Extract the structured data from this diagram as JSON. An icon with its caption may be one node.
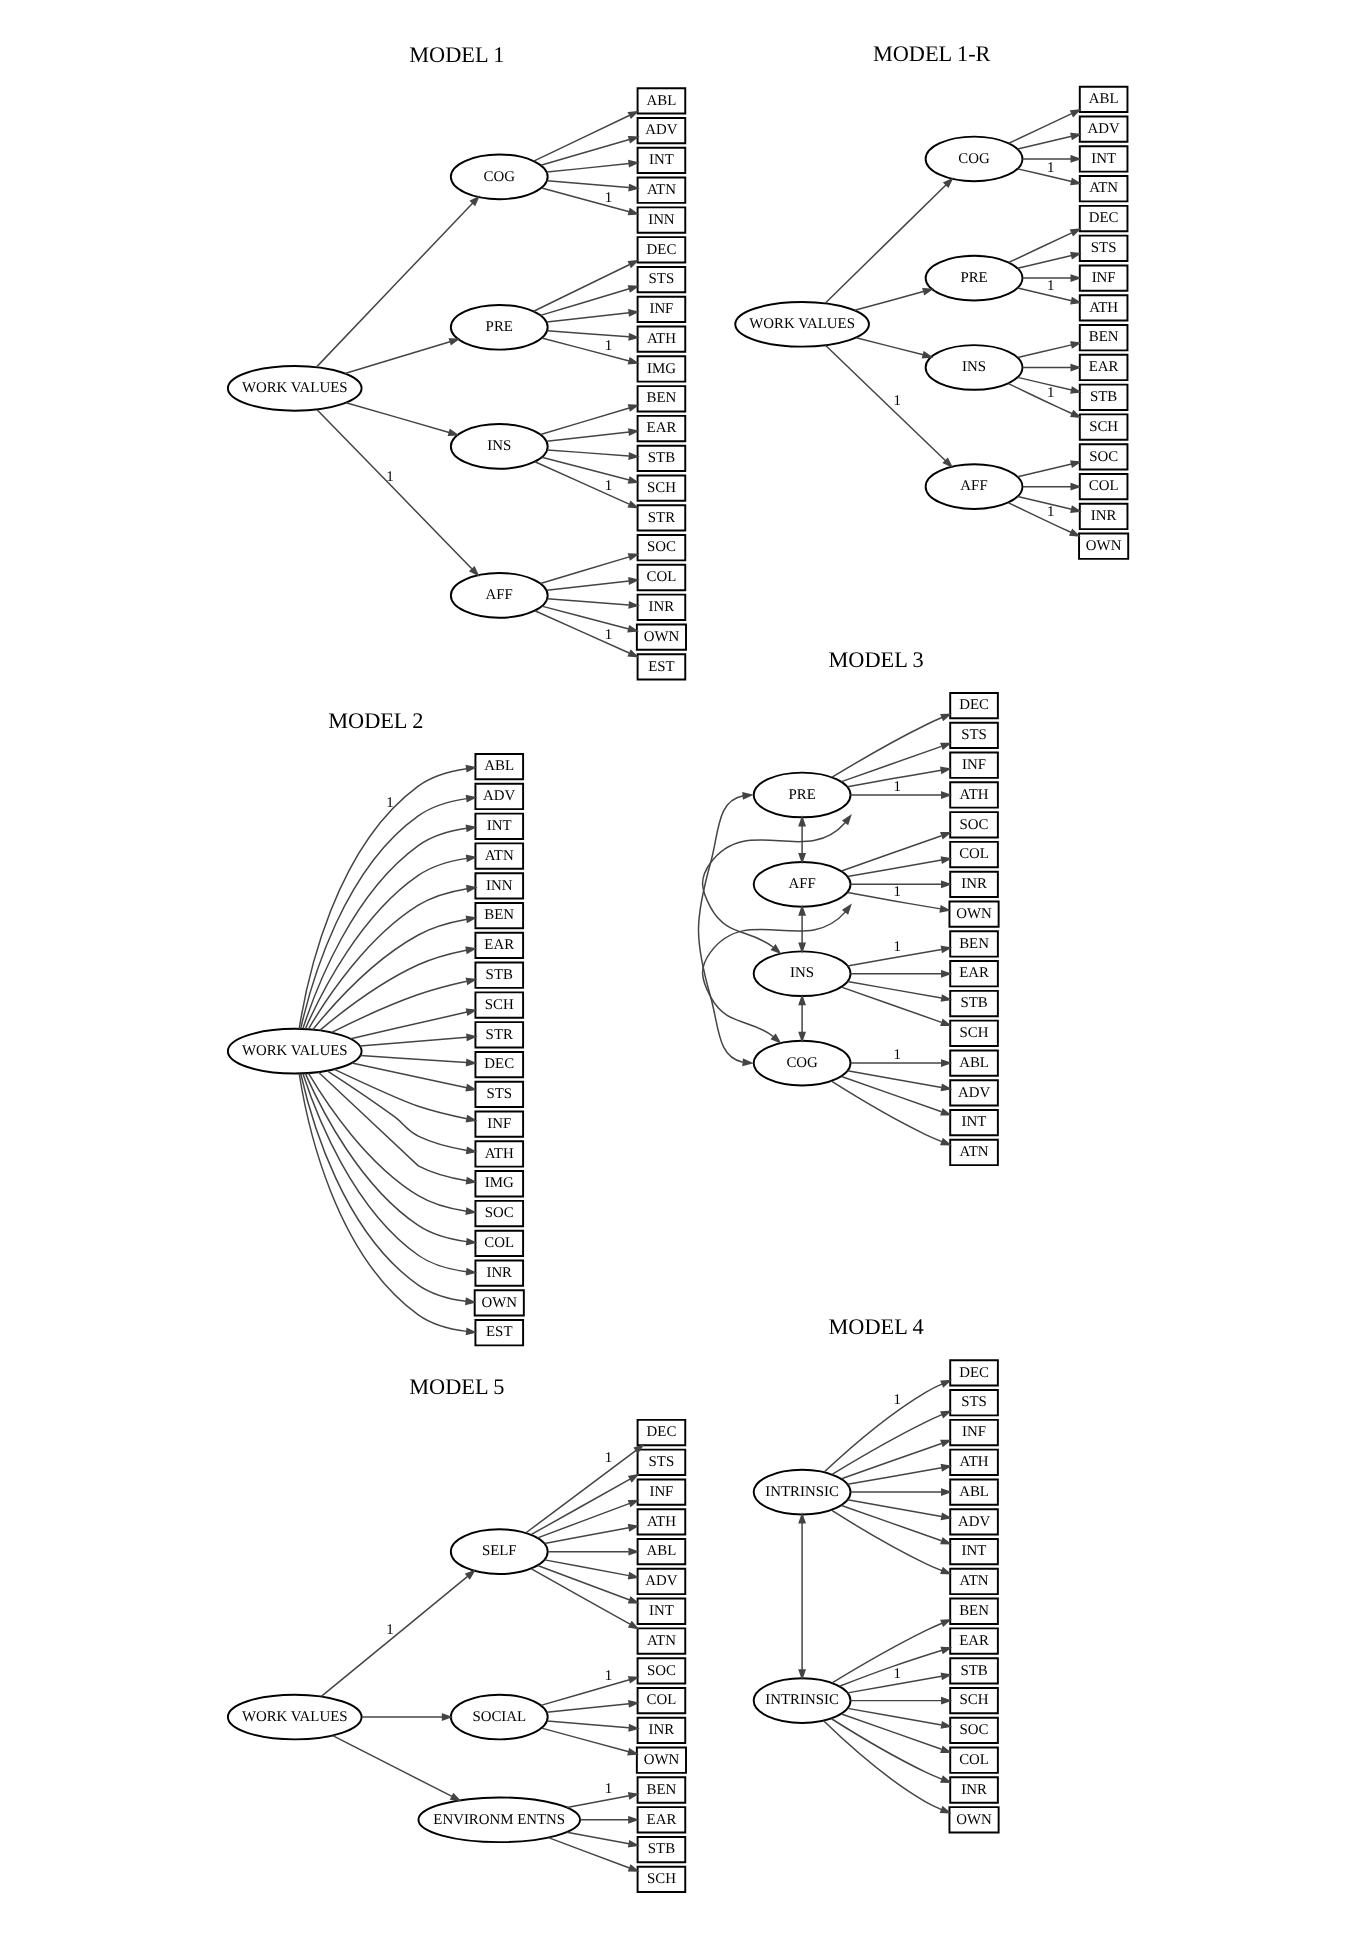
{
  "diagram": {
    "nodes": [
      {
        "text": [
          "WORK VALUES"
        ]
      },
      {
        "text": [
          "COG"
        ]
      },
      {
        "text": [
          "ABL"
        ]
      },
      {
        "text": [
          "ADV"
        ]
      },
      {
        "text": [
          "INT"
        ]
      },
      {
        "text": [
          "ATN"
        ]
      },
      {
        "text": [
          "INN"
        ]
      },
      {
        "text": [
          "PRE"
        ]
      },
      {
        "text": [
          "DEC"
        ]
      },
      {
        "text": [
          "STS"
        ]
      },
      {
        "text": [
          "INF"
        ]
      },
      {
        "text": [
          "ATH"
        ]
      },
      {
        "text": [
          "IMG"
        ]
      },
      {
        "text": [
          "INS"
        ]
      },
      {
        "text": [
          "BEN"
        ]
      },
      {
        "text": [
          "EAR"
        ]
      },
      {
        "text": [
          "STB"
        ]
      },
      {
        "text": [
          "SCH"
        ]
      },
      {
        "text": [
          "STR"
        ]
      },
      {
        "text": [
          "AFF"
        ]
      },
      {
        "text": [
          "SOC"
        ]
      },
      {
        "text": [
          "COL"
        ]
      },
      {
        "text": [
          "INR"
        ]
      },
      {
        "text": [
          "OWN"
        ]
      },
      {
        "text": [
          "EST"
        ]
      },
      {
        "text": [
          "WORK VALUES"
        ]
      },
      {
        "text": [
          "COG"
        ]
      },
      {
        "text": [
          "ABL"
        ]
      },
      {
        "text": [
          "ADV"
        ]
      },
      {
        "text": [
          "INT"
        ]
      },
      {
        "text": [
          "ATN"
        ]
      },
      {
        "text": [
          "PRE"
        ]
      },
      {
        "text": [
          "DEC"
        ]
      },
      {
        "text": [
          "STS"
        ]
      },
      {
        "text": [
          "INF"
        ]
      },
      {
        "text": [
          "ATH"
        ]
      },
      {
        "text": [
          "INS"
        ]
      },
      {
        "text": [
          "BEN"
        ]
      },
      {
        "text": [
          "EAR"
        ]
      },
      {
        "text": [
          "STB"
        ]
      },
      {
        "text": [
          "SCH"
        ]
      },
      {
        "text": [
          "AFF"
        ]
      },
      {
        "text": [
          "SOC"
        ]
      },
      {
        "text": [
          "COL"
        ]
      },
      {
        "text": [
          "INR"
        ]
      },
      {
        "text": [
          "OWN"
        ]
      },
      {
        "text": [
          "WORK VALUES"
        ]
      },
      {
        "text": [
          "ABL"
        ]
      },
      {
        "text": [
          "ADV"
        ]
      },
      {
        "text": [
          "INT"
        ]
      },
      {
        "text": [
          "ATN"
        ]
      },
      {
        "text": [
          "INN"
        ]
      },
      {
        "text": [
          "BEN"
        ]
      },
      {
        "text": [
          "EAR"
        ]
      },
      {
        "text": [
          "STB"
        ]
      },
      {
        "text": [
          "SCH"
        ]
      },
      {
        "text": [
          "STR"
        ]
      },
      {
        "text": [
          "DEC"
        ]
      },
      {
        "text": [
          "STS"
        ]
      },
      {
        "text": [
          "INF"
        ]
      },
      {
        "text": [
          "ATH"
        ]
      },
      {
        "text": [
          "IMG"
        ]
      },
      {
        "text": [
          "SOC"
        ]
      },
      {
        "text": [
          "COL"
        ]
      },
      {
        "text": [
          "INR"
        ]
      },
      {
        "text": [
          "OWN"
        ]
      },
      {
        "text": [
          "EST"
        ]
      },
      {
        "text": [
          "PRE"
        ]
      },
      {
        "text": [
          "DEC"
        ]
      },
      {
        "text": [
          "STS"
        ]
      },
      {
        "text": [
          "INF"
        ]
      },
      {
        "text": [
          "ATH"
        ]
      },
      {
        "text": [
          "AFF"
        ]
      },
      {
        "text": [
          "SOC"
        ]
      },
      {
        "text": [
          "COL"
        ]
      },
      {
        "text": [
          "INR"
        ]
      },
      {
        "text": [
          "OWN"
        ]
      },
      {
        "text": [
          "INS"
        ]
      },
      {
        "text": [
          "BEN"
        ]
      },
      {
        "text": [
          "EAR"
        ]
      },
      {
        "text": [
          "STB"
        ]
      },
      {
        "text": [
          "SCH"
        ]
      },
      {
        "text": [
          "COG"
        ]
      },
      {
        "text": [
          "ABL"
        ]
      },
      {
        "text": [
          "ADV"
        ]
      },
      {
        "text": [
          "INT"
        ]
      },
      {
        "text": [
          "ATN"
        ]
      },
      {
        "text": [
          "WORK VALUES"
        ]
      },
      {
        "text": [
          "SELF"
        ]
      },
      {
        "text": [
          "DEC"
        ]
      },
      {
        "text": [
          "STS"
        ]
      },
      {
        "text": [
          "INF"
        ]
      },
      {
        "text": [
          "ATH"
        ]
      },
      {
        "text": [
          "ABL"
        ]
      },
      {
        "text": [
          "ADV"
        ]
      },
      {
        "text": [
          "INT"
        ]
      },
      {
        "text": [
          "ATN"
        ]
      },
      {
        "text": [
          "SOCIAL"
        ]
      },
      {
        "text": [
          "SOC"
        ]
      },
      {
        "text": [
          "COL"
        ]
      },
      {
        "text": [
          "INR"
        ]
      },
      {
        "text": [
          "OWN"
        ]
      },
      {
        "text": [
          "ENVIRONM ENTNS"
        ]
      },
      {
        "text": [
          "BEN"
        ]
      },
      {
        "text": [
          "EAR"
        ]
      },
      {
        "text": [
          "STB"
        ]
      },
      {
        "text": [
          "SCH"
        ]
      },
      {
        "text": [
          "INTRINSIC"
        ]
      },
      {
        "text": [
          "DEC"
        ]
      },
      {
        "text": [
          "STS"
        ]
      },
      {
        "text": [
          "INF"
        ]
      },
      {
        "text": [
          "ATH"
        ]
      },
      {
        "text": [
          "ABL"
        ]
      },
      {
        "text": [
          "ADV"
        ]
      },
      {
        "text": [
          "INT"
        ]
      },
      {
        "text": [
          "ATN"
        ]
      },
      {
        "text": [
          "INTRINSIC"
        ]
      },
      {
        "text": [
          "BEN"
        ]
      },
      {
        "text": [
          "EAR"
        ]
      },
      {
        "text": [
          "STB"
        ]
      },
      {
        "text": [
          "SCH"
        ]
      },
      {
        "text": [
          "SOC"
        ]
      },
      {
        "text": [
          "COL"
        ]
      },
      {
        "text": [
          "INR"
        ]
      },
      {
        "text": [
          "OWN"
        ]
      }
    ],
    "edges": [
      {
        "from": 0,
        "to": 1,
        "arrow": "to"
      },
      {
        "from": 0,
        "to": 7,
        "arrow": "to"
      },
      {
        "from": 0,
        "to": 13,
        "arrow": "to"
      },
      {
        "from": 0,
        "to": 19,
        "arrow": "to",
        "label": "1"
      },
      {
        "from": 1,
        "to": 2,
        "arrow": "to"
      },
      {
        "from": 1,
        "to": 3,
        "arrow": "to"
      },
      {
        "from": 1,
        "to": 4,
        "arrow": "to"
      },
      {
        "from": 1,
        "to": 5,
        "arrow": "to"
      },
      {
        "from": 1,
        "to": 6,
        "arrow": "to",
        "label": "1"
      },
      {
        "from": 7,
        "to": 8,
        "arrow": "to"
      },
      {
        "from": 7,
        "to": 9,
        "arrow": "to"
      },
      {
        "from": 7,
        "to": 10,
        "arrow": "to"
      },
      {
        "from": 7,
        "to": 11,
        "arrow": "to"
      },
      {
        "from": 7,
        "to": 12,
        "arrow": "to",
        "label": "1"
      },
      {
        "from": 13,
        "to": 14,
        "arrow": "to"
      },
      {
        "from": 13,
        "to": 15,
        "arrow": "to"
      },
      {
        "from": 13,
        "to": 16,
        "arrow": "to"
      },
      {
        "from": 13,
        "to": 17,
        "arrow": "to"
      },
      {
        "from": 13,
        "to": 18,
        "arrow": "to",
        "label": "1"
      },
      {
        "from": 19,
        "to": 20,
        "arrow": "to"
      },
      {
        "from": 19,
        "to": 21,
        "arrow": "to"
      },
      {
        "from": 19,
        "to": 22,
        "arrow": "to"
      },
      {
        "from": 19,
        "to": 23,
        "arrow": "to"
      },
      {
        "from": 19,
        "to": 24,
        "arrow": "to",
        "label": "1"
      },
      {
        "from": 25,
        "to": 26,
        "arrow": "to"
      },
      {
        "from": 25,
        "to": 31,
        "arrow": "to"
      },
      {
        "from": 25,
        "to": 36,
        "arrow": "to"
      },
      {
        "from": 25,
        "to": 41,
        "arrow": "to",
        "label": "1"
      },
      {
        "from": 26,
        "to": 27,
        "arrow": "to"
      },
      {
        "from": 26,
        "to": 28,
        "arrow": "to"
      },
      {
        "from": 26,
        "to": 29,
        "arrow": "to"
      },
      {
        "from": 26,
        "to": 30,
        "arrow": "to",
        "label": "1"
      },
      {
        "from": 31,
        "to": 32,
        "arrow": "to"
      },
      {
        "from": 31,
        "to": 33,
        "arrow": "to"
      },
      {
        "from": 31,
        "to": 34,
        "arrow": "to"
      },
      {
        "from": 31,
        "to": 35,
        "arrow": "to",
        "label": "1"
      },
      {
        "from": 36,
        "to": 37,
        "arrow": "to"
      },
      {
        "from": 36,
        "to": 38,
        "arrow": "to"
      },
      {
        "from": 36,
        "to": 39,
        "arrow": "to"
      },
      {
        "from": 36,
        "to": 40,
        "arrow": "to",
        "label": "1"
      },
      {
        "from": 41,
        "to": 42,
        "arrow": "to"
      },
      {
        "from": 41,
        "to": 43,
        "arrow": "to"
      },
      {
        "from": 41,
        "to": 44,
        "arrow": "to"
      },
      {
        "from": 41,
        "to": 45,
        "arrow": "to",
        "label": "1"
      },
      {
        "from": 46,
        "to": 47,
        "arrow": "to",
        "label": "1"
      },
      {
        "from": 46,
        "to": 48,
        "arrow": "to"
      },
      {
        "from": 46,
        "to": 49,
        "arrow": "to"
      },
      {
        "from": 46,
        "to": 50,
        "arrow": "to"
      },
      {
        "from": 46,
        "to": 51,
        "arrow": "to"
      },
      {
        "from": 46,
        "to": 52,
        "arrow": "to"
      },
      {
        "from": 46,
        "to": 53,
        "arrow": "to"
      },
      {
        "from": 46,
        "to": 54,
        "arrow": "to"
      },
      {
        "from": 46,
        "to": 55,
        "arrow": "to"
      },
      {
        "from": 46,
        "to": 56,
        "arrow": "to"
      },
      {
        "from": 46,
        "to": 57,
        "arrow": "to"
      },
      {
        "from": 46,
        "to": 58,
        "arrow": "to"
      },
      {
        "from": 46,
        "to": 59,
        "arrow": "to"
      },
      {
        "from": 46,
        "to": 60,
        "arrow": "to"
      },
      {
        "from": 46,
        "to": 61,
        "arrow": "to"
      },
      {
        "from": 46,
        "to": 62,
        "arrow": "to"
      },
      {
        "from": 46,
        "to": 63,
        "arrow": "to"
      },
      {
        "from": 46,
        "to": 64,
        "arrow": "to"
      },
      {
        "from": 46,
        "to": 65,
        "arrow": "to"
      },
      {
        "from": 46,
        "to": 66,
        "arrow": "to"
      },
      {
        "from": 67,
        "to": 68,
        "arrow": "to"
      },
      {
        "from": 67,
        "to": 69,
        "arrow": "to"
      },
      {
        "from": 67,
        "to": 70,
        "arrow": "to"
      },
      {
        "from": 67,
        "to": 71,
        "arrow": "to",
        "label": "1"
      },
      {
        "from": 72,
        "to": 73,
        "arrow": "to"
      },
      {
        "from": 72,
        "to": 74,
        "arrow": "to"
      },
      {
        "from": 72,
        "to": 75,
        "arrow": "to"
      },
      {
        "from": 72,
        "to": 76,
        "arrow": "to",
        "label": "1"
      },
      {
        "from": 77,
        "to": 78,
        "arrow": "to",
        "label": "1"
      },
      {
        "from": 77,
        "to": 79,
        "arrow": "to"
      },
      {
        "from": 77,
        "to": 80,
        "arrow": "to"
      },
      {
        "from": 77,
        "to": 81,
        "arrow": "to"
      },
      {
        "from": 82,
        "to": 83,
        "arrow": "to",
        "label": "1"
      },
      {
        "from": 82,
        "to": 84,
        "arrow": "to"
      },
      {
        "from": 82,
        "to": 85,
        "arrow": "to"
      },
      {
        "from": 82,
        "to": 86,
        "arrow": "to"
      },
      {
        "from": 67,
        "to": 72,
        "arrow": "both"
      },
      {
        "from": 67,
        "to": 77,
        "arrow": "both"
      },
      {
        "from": 67,
        "to": 82,
        "arrow": "both"
      },
      {
        "from": 72,
        "to": 77,
        "arrow": "both"
      },
      {
        "from": 72,
        "to": 82,
        "arrow": "both"
      },
      {
        "from": 77,
        "to": 82,
        "arrow": "both"
      },
      {
        "from": 87,
        "to": 88,
        "arrow": "to",
        "label": "1"
      },
      {
        "from": 87,
        "to": 97,
        "arrow": "to"
      },
      {
        "from": 87,
        "to": 102,
        "arrow": "to"
      },
      {
        "from": 88,
        "to": 89,
        "arrow": "to",
        "label": "1"
      },
      {
        "from": 88,
        "to": 90,
        "arrow": "to"
      },
      {
        "from": 88,
        "to": 91,
        "arrow": "to"
      },
      {
        "from": 88,
        "to": 92,
        "arrow": "to"
      },
      {
        "from": 88,
        "to": 93,
        "arrow": "to"
      },
      {
        "from": 88,
        "to": 94,
        "arrow": "to"
      },
      {
        "from": 88,
        "to": 95,
        "arrow": "to"
      },
      {
        "from": 88,
        "to": 96,
        "arrow": "to"
      },
      {
        "from": 97,
        "to": 98,
        "arrow": "to",
        "label": "1"
      },
      {
        "from": 97,
        "to": 99,
        "arrow": "to"
      },
      {
        "from": 97,
        "to": 100,
        "arrow": "to"
      },
      {
        "from": 97,
        "to": 101,
        "arrow": "to"
      },
      {
        "from": 102,
        "to": 103,
        "arrow": "to",
        "label": "1"
      },
      {
        "from": 102,
        "to": 104,
        "arrow": "to"
      },
      {
        "from": 102,
        "to": 105,
        "arrow": "to"
      },
      {
        "from": 102,
        "to": 106,
        "arrow": "to"
      },
      {
        "from": 107,
        "to": 108,
        "arrow": "to",
        "label": "1"
      },
      {
        "from": 107,
        "to": 109,
        "arrow": "to"
      },
      {
        "from": 107,
        "to": 110,
        "arrow": "to"
      },
      {
        "from": 107,
        "to": 111,
        "arrow": "to"
      },
      {
        "from": 107,
        "to": 112,
        "arrow": "to"
      },
      {
        "from": 107,
        "to": 113,
        "arrow": "to"
      },
      {
        "from": 107,
        "to": 114,
        "arrow": "to"
      },
      {
        "from": 107,
        "to": 115,
        "arrow": "to"
      },
      {
        "from": 116,
        "to": 117,
        "arrow": "to"
      },
      {
        "from": 116,
        "to": 118,
        "arrow": "to"
      },
      {
        "from": 116,
        "to": 119,
        "arrow": "to",
        "label": "1"
      },
      {
        "from": 116,
        "to": 120,
        "arrow": "to"
      },
      {
        "from": 116,
        "to": 121,
        "arrow": "to"
      },
      {
        "from": 116,
        "to": 122,
        "arrow": "to"
      },
      {
        "from": 116,
        "to": 123,
        "arrow": "to"
      },
      {
        "from": 116,
        "to": 124,
        "arrow": "to"
      },
      {
        "from": 107,
        "to": 116,
        "arrow": "both"
      }
    ],
    "labels": [
      "MODEL 1",
      "MODEL 1-R",
      "MODEL 2",
      "MODEL 3",
      "MODEL 5",
      "MODEL 4"
    ]
  }
}
